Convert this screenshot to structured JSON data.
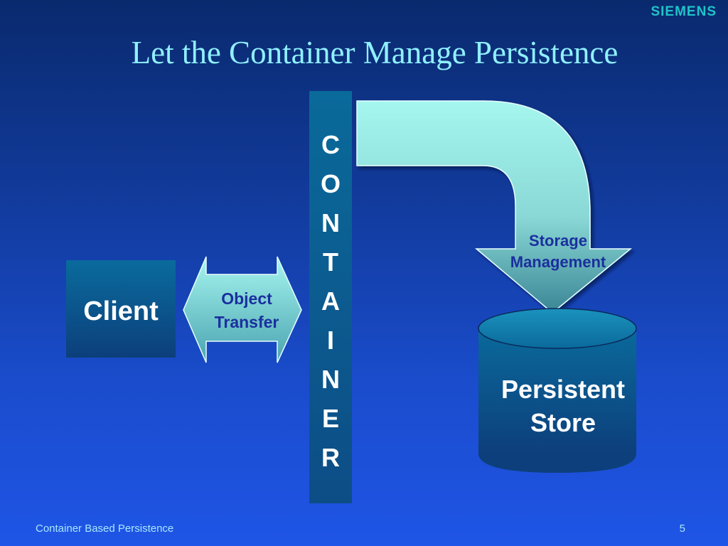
{
  "brand": {
    "logo_text": "SIEMENS"
  },
  "slide": {
    "title": "Let the Container Manage Persistence",
    "footer_text": "Container Based Persistence",
    "page_number": "5"
  },
  "diagram": {
    "client_label": "Client",
    "object_transfer_line1": "Object",
    "object_transfer_line2": "Transfer",
    "container_letters": [
      "C",
      "O",
      "N",
      "T",
      "A",
      "I",
      "N",
      "E",
      "R"
    ],
    "storage_line1": "Storage",
    "storage_line2": "Management",
    "store_line1": "Persistent",
    "store_line2": "Store"
  },
  "colors": {
    "title": "#8ff0ff",
    "logo": "#1fc4c9",
    "box_top": "#0a5f93",
    "box_bottom": "#0b3f7a",
    "arrow_light": "#a6f5ef",
    "arrow_dark": "#3a7f8f",
    "label_dark_blue": "#1b2f9e"
  }
}
